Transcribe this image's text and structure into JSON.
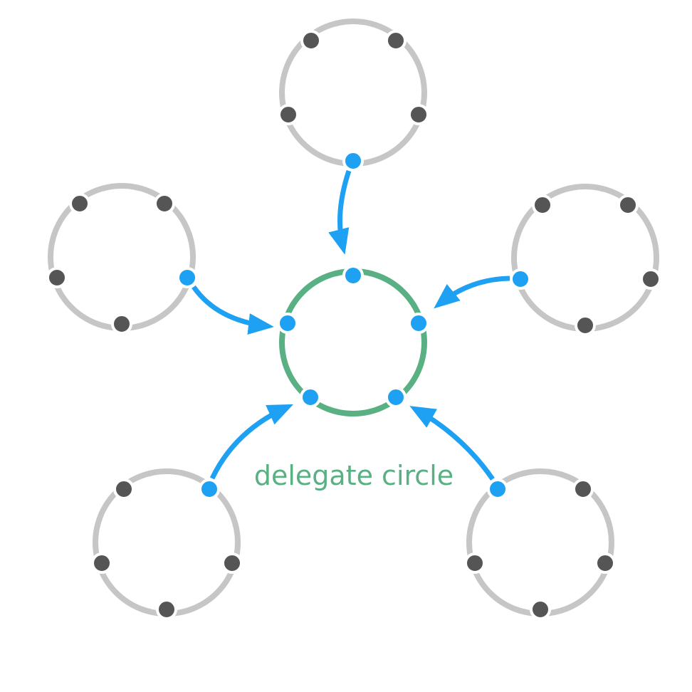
{
  "label": "delegate circle",
  "colors": {
    "delegate_ring": "#58b083",
    "outer_ring": "#c6c6c6",
    "member_node": "#555555",
    "delegate_node": "#1ea1f2",
    "arrow": "#1ea1f2",
    "label": "#58b083",
    "background": "#ffffff"
  },
  "groups": {
    "delegate": {
      "member_count": 5
    },
    "outer_circles": [
      {
        "name": "top",
        "member_count": 5
      },
      {
        "name": "upper-left",
        "member_count": 5
      },
      {
        "name": "upper-right",
        "member_count": 5
      },
      {
        "name": "lower-left",
        "member_count": 5
      },
      {
        "name": "lower-right",
        "member_count": 5
      }
    ]
  }
}
